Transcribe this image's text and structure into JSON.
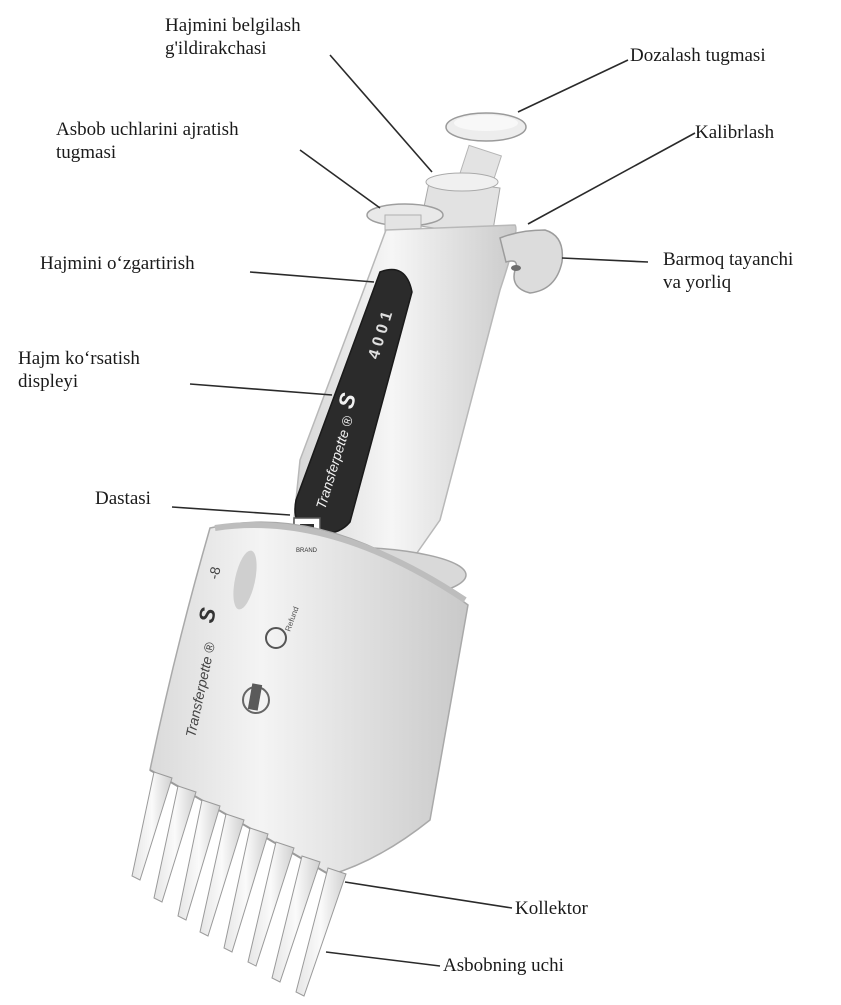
{
  "labels": {
    "volume_wheel": [
      "Hajmini belgilash",
      "g'ildirakchasi"
    ],
    "dosing_button": "Dozalash tugmasi",
    "tip_ejector": [
      "Asbob uchlarini ajratish",
      "tugmasi"
    ],
    "calibration": "Kalibrlash",
    "volume_change": "Hajmini o‘zgartirish",
    "finger_rest": [
      "Barmoq tayanchi",
      "va yorliq"
    ],
    "volume_display": [
      "Hajm ko‘rsatish",
      "displeyi"
    ],
    "handle": "Dastasi",
    "collector": "Kollektor",
    "tip": "Asbobning uchi"
  },
  "device": {
    "brand": "Transferpette",
    "model": "S",
    "channels": "-8",
    "display_digits": "4 0 0 1",
    "refund_mark": "Refund",
    "maker_mark": "BRAND"
  },
  "colors": {
    "body": "#ececec",
    "body_shade": "#cfcfcf",
    "display": "#2b2b2b",
    "line": "#2a2a2a"
  }
}
